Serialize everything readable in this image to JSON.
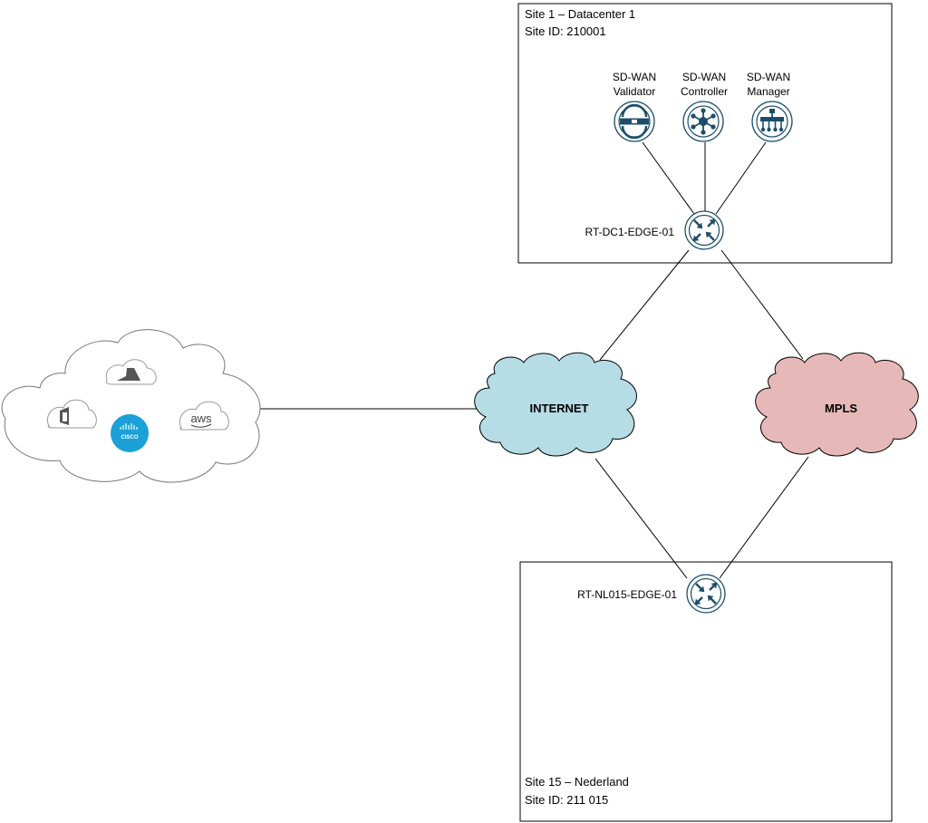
{
  "site1": {
    "title": "Site 1 – Datacenter 1",
    "site_id": "Site ID: 210001",
    "router": "RT-DC1-EDGE-01",
    "validator": {
      "line1": "SD-WAN",
      "line2": "Validator",
      "icon": "validator-icon"
    },
    "controller": {
      "line1": "SD-WAN",
      "line2": "Controller",
      "icon": "controller-icon"
    },
    "manager": {
      "line1": "SD-WAN",
      "line2": "Manager",
      "icon": "manager-icon"
    }
  },
  "site15": {
    "title": "Site 15 – Nederland",
    "site_id": "Site ID: 211 015",
    "router": "RT-NL015-EDGE-01"
  },
  "internet": {
    "label": "INTERNET",
    "color": "#b6dce5"
  },
  "mpls": {
    "label": "MPLS",
    "color": "#e6b9b8"
  },
  "saas_cloud": {
    "icons": [
      "azure-icon",
      "office-icon",
      "cisco-icon",
      "aws-icon"
    ],
    "cisco_color": "#1ba0d7",
    "cisco_text": "CISCO",
    "aws_text": "aws"
  },
  "colors": {
    "device_stroke": "#1c4e6b",
    "line": "#000000"
  }
}
